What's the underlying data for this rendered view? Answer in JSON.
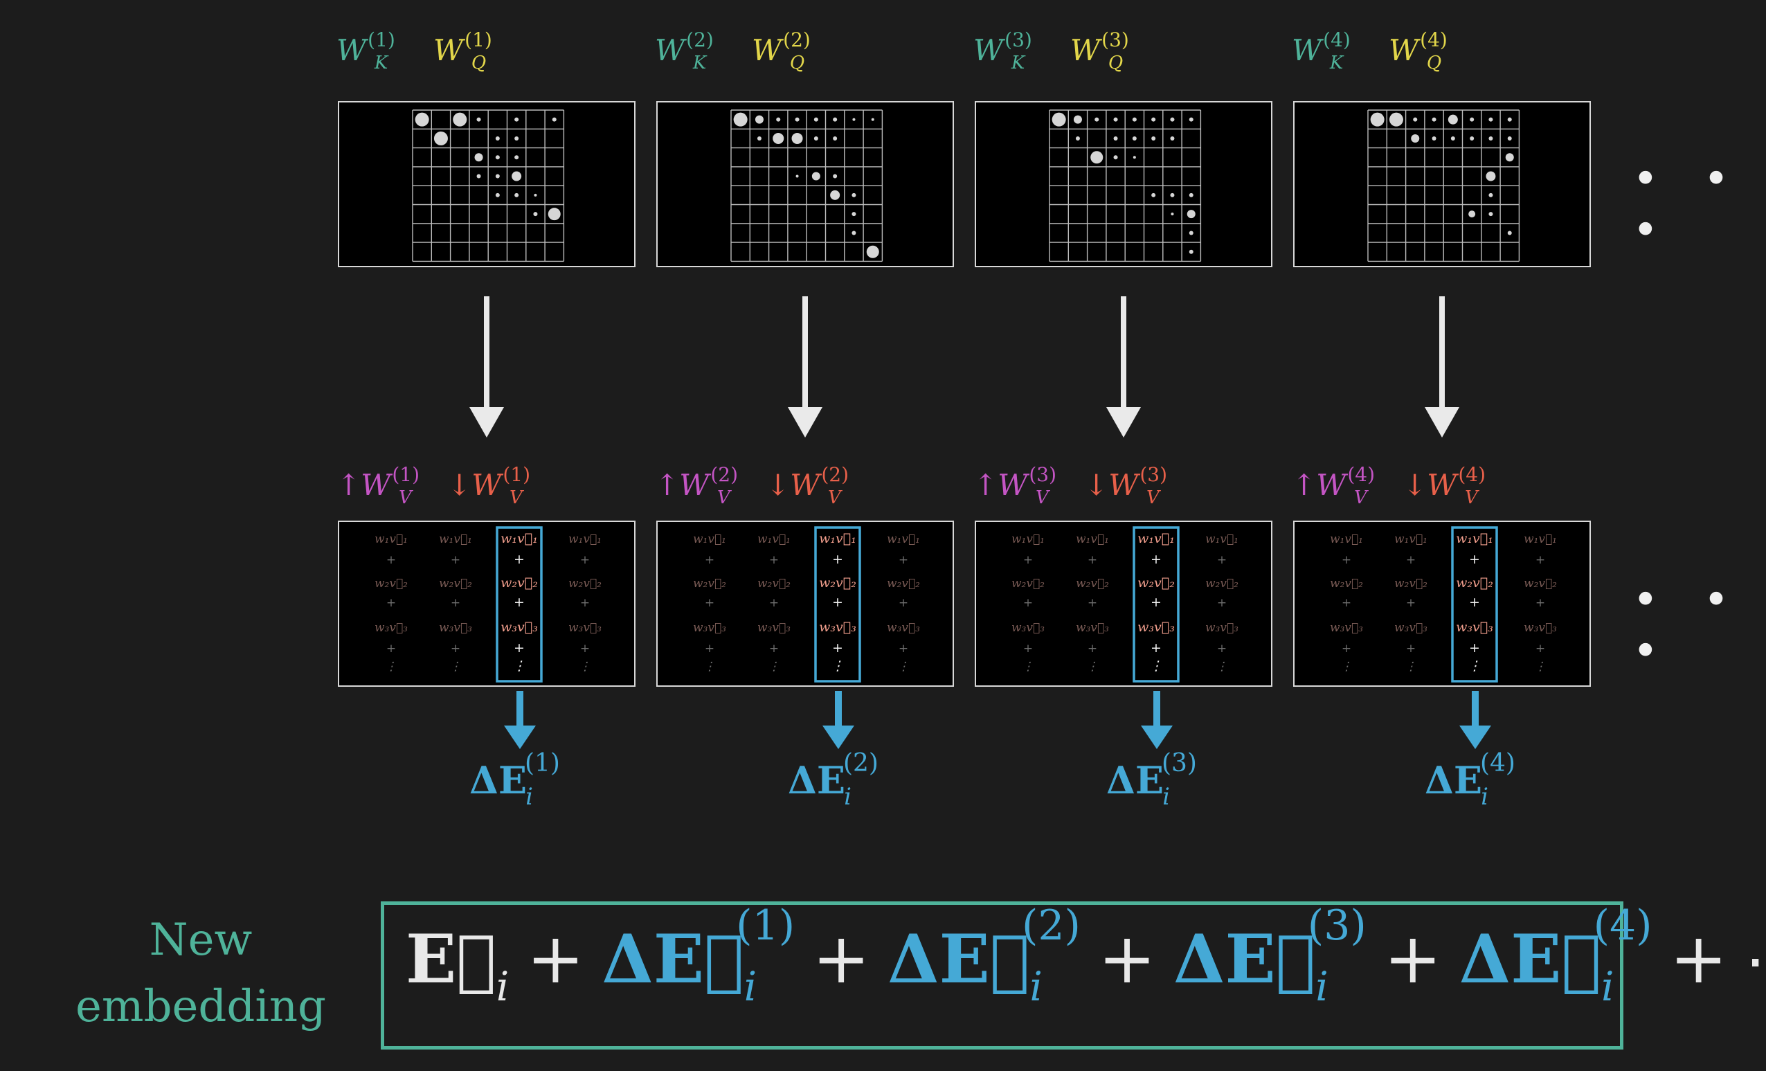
{
  "heads": [
    {
      "k": "W",
      "k_sub": "K",
      "k_sup": "(1)",
      "q": "W",
      "q_sub": "Q",
      "q_sup": "(1)",
      "vup": "↑W",
      "v_sub": "V",
      "v_sup": "(1)",
      "vdown": "↓W",
      "delta": "ΔE",
      "delta_sub": "i",
      "delta_sup": "(1)"
    },
    {
      "k": "W",
      "k_sub": "K",
      "k_sup": "(2)",
      "q": "W",
      "q_sub": "Q",
      "q_sup": "(2)",
      "vup": "↑W",
      "v_sub": "V",
      "v_sup": "(2)",
      "vdown": "↓W",
      "delta": "ΔE",
      "delta_sub": "i",
      "delta_sup": "(2)"
    },
    {
      "k": "W",
      "k_sub": "K",
      "k_sup": "(3)",
      "q": "W",
      "q_sub": "Q",
      "q_sup": "(3)",
      "vup": "↑W",
      "v_sub": "V",
      "v_sup": "(3)",
      "vdown": "↓W",
      "delta": "ΔE",
      "delta_sub": "i",
      "delta_sup": "(3)"
    },
    {
      "k": "W",
      "k_sub": "K",
      "k_sup": "(4)",
      "q": "W",
      "q_sub": "Q",
      "q_sup": "(4)",
      "vup": "↑W",
      "v_sub": "V",
      "v_sup": "(4)",
      "vdown": "↓W",
      "delta": "ΔE",
      "delta_sub": "i",
      "delta_sup": "(4)"
    }
  ],
  "column_terms": [
    "w₁v⃗₁",
    "+",
    "w₂v⃗₂",
    "+",
    "w₃v⃗₃",
    "+",
    "⋮"
  ],
  "ellipsis": "• • •",
  "new_embedding": {
    "line1": "New",
    "line2": "embedding"
  },
  "sum": {
    "base": "E⃗",
    "base_sub": "i",
    "terms": [
      {
        "term": "ΔE⃗",
        "sub": "i",
        "sup": "(1)"
      },
      {
        "term": "ΔE⃗",
        "sub": "i",
        "sup": "(2)"
      },
      {
        "term": "ΔE⃗",
        "sub": "i",
        "sup": "(3)"
      },
      {
        "term": "ΔE⃗",
        "sub": "i",
        "sup": "(4)"
      }
    ],
    "plus": "+",
    "tail": "⋯"
  },
  "colors": {
    "key": "#4fb39a",
    "query": "#e2d64a",
    "value_up": "#c455c4",
    "value_down": "#e8604a",
    "delta": "#45a9d6",
    "highlight": "#45a9d6",
    "border": "#4fb39a"
  }
}
